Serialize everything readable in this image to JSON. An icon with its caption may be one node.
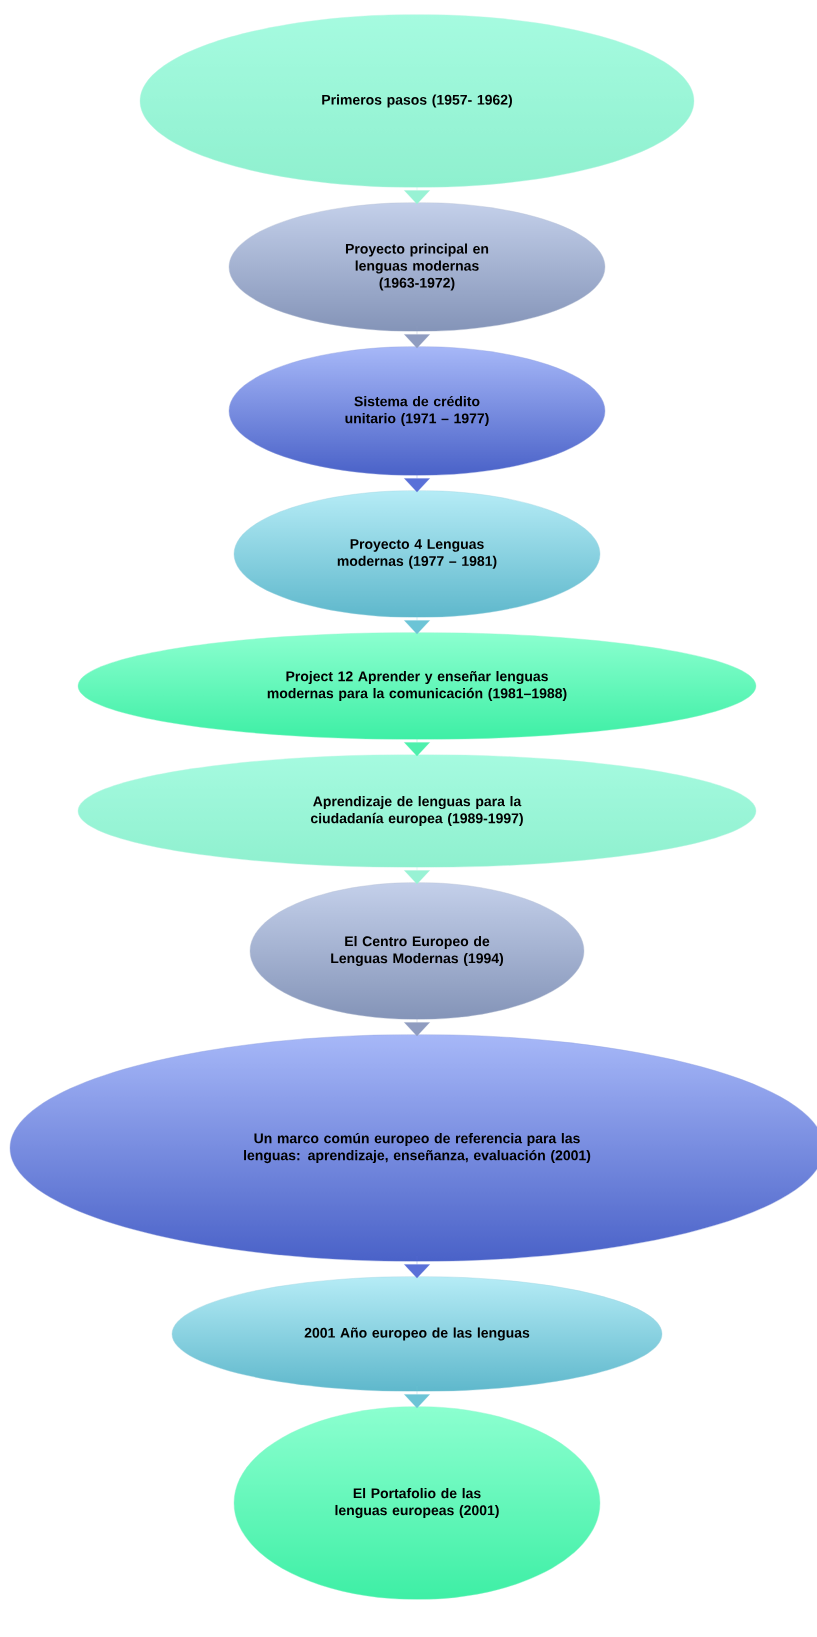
{
  "diagram": {
    "nodes": [
      {
        "text": [
          "Primeros pasos (1957- 1962)"
        ]
      },
      {
        "text": [
          "Proyecto principal en lenguas modernas (1963-1972)"
        ]
      },
      {
        "text": [
          "Sistema de crédito unitario (1971 – 1977)"
        ]
      },
      {
        "text": [
          "Proyecto 4 Lenguas modernas (1977 – 1981)"
        ]
      },
      {
        "text": [
          "Project 12 Aprender y enseñar lenguas modernas para la comunicación (1981–1988)"
        ]
      },
      {
        "text": [
          "Aprendizaje de lenguas para la ciudadanía europea (1989-1997)"
        ]
      },
      {
        "text": [
          "El Centro Europeo de Lenguas Modernas (1994)"
        ]
      },
      {
        "text": [
          "Un marco común europeo de referencia para las lenguas: aprendizaje, enseñanza, evaluación (2001)"
        ]
      },
      {
        "text": [
          "2001 Año europeo de las lenguas"
        ]
      },
      {
        "text": [
          "El Portafolio de las lenguas europeas (2001)"
        ]
      }
    ],
    "edges": [
      {
        "from": 0,
        "to": 1,
        "arrow": "to",
        "color": "#98f2d4"
      },
      {
        "from": 1,
        "to": 2,
        "arrow": "to",
        "color": "#8f9cc0"
      },
      {
        "from": 2,
        "to": 3,
        "arrow": "to",
        "color": "#5a70d8"
      },
      {
        "from": 3,
        "to": 4,
        "arrow": "to",
        "color": "#6cc4d6"
      },
      {
        "from": 4,
        "to": 5,
        "arrow": "to",
        "color": "#4ef0ad"
      },
      {
        "from": 5,
        "to": 6,
        "arrow": "to",
        "color": "#98f2d4"
      },
      {
        "from": 6,
        "to": 7,
        "arrow": "to",
        "color": "#8f9cc0"
      },
      {
        "from": 7,
        "to": 8,
        "arrow": "to",
        "color": "#5a70d8"
      },
      {
        "from": 8,
        "to": 9,
        "arrow": "to",
        "color": "#6cc4d6"
      }
    ]
  }
}
